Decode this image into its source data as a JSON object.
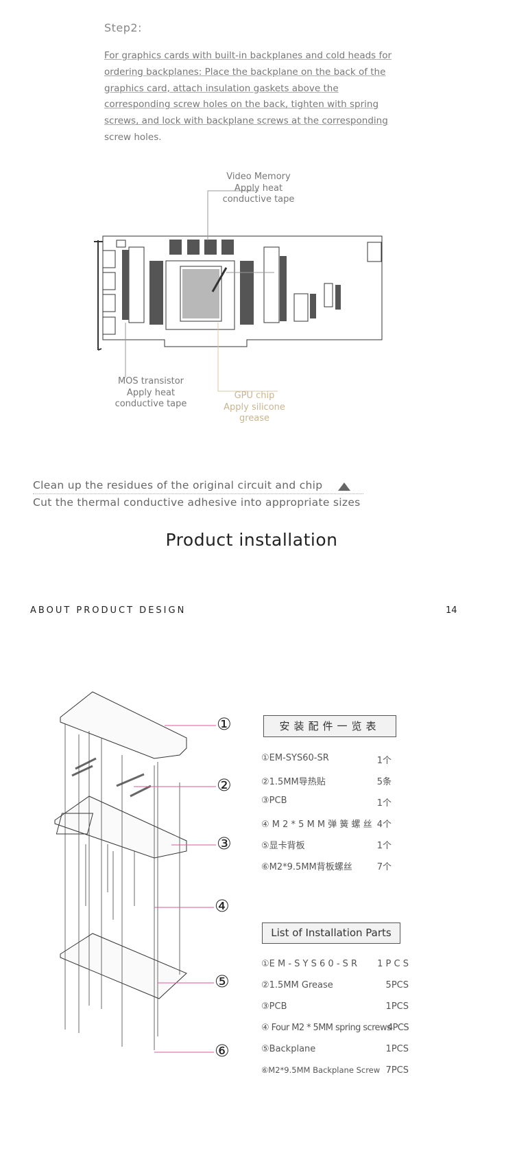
{
  "step": {
    "title": "Step2:",
    "lines": [
      "For graphics cards with built-in backplanes and cold heads for",
      "ordering backplanes: Place the backplane on the back of the",
      "graphics card, attach insulation gaskets above the",
      "corresponding screw holes on the back, tighten with spring",
      "screws, and lock with backplane screws at the corresponding",
      "screw holes."
    ]
  },
  "diagram": {
    "video_memory": [
      "Video Memory",
      "Apply heat",
      "conductive tape"
    ],
    "mos": [
      "MOS transistor",
      "Apply heat",
      "conductive tape"
    ],
    "gpu": [
      "GPU chip",
      "Apply silicone",
      "grease"
    ]
  },
  "notes": {
    "line1": "Clean up the residues of the original circuit and chip",
    "line2": "Cut the thermal conductive adhesive into appropriate sizes"
  },
  "section_title": "Product installation",
  "footer": {
    "label": "ABOUT PRODUCT DESIGN",
    "page": "14"
  },
  "callouts": [
    "①",
    "②",
    "③",
    "④",
    "⑤",
    "⑥"
  ],
  "cn_list": {
    "title": "安装配件一览表",
    "items": [
      {
        "name": "①EM-SYS60-SR",
        "qty": "1个"
      },
      {
        "name": "②1.5MM导热贴",
        "qty": "5条"
      },
      {
        "name": "③PCB",
        "qty": "1个"
      },
      {
        "name": "④ M 2 * 5 M M 弹 簧 螺 丝",
        "qty": "4个"
      },
      {
        "name": "⑤显卡背板",
        "qty": "1个"
      },
      {
        "name": "⑥M2*9.5MM背板螺丝",
        "qty": "7个"
      }
    ]
  },
  "en_list": {
    "title": "List of Installation Parts",
    "items": [
      {
        "name": "①E M - S Y S 6 0 - S R",
        "qty": "1 P C S"
      },
      {
        "name": "②1.5MM Grease",
        "qty": "5PCS"
      },
      {
        "name": "③PCB",
        "qty": "1PCS"
      },
      {
        "name": "④ Four M2 * 5MM spring screws",
        "qty": "4PCS"
      },
      {
        "name": "⑤Backplane",
        "qty": "1PCS"
      },
      {
        "name": "⑥M2*9.5MM Backplane Screw",
        "qty": "7PCS"
      }
    ]
  },
  "colors": {
    "callout_line": "#e0559a",
    "gpu_label": "#c9b58e"
  }
}
